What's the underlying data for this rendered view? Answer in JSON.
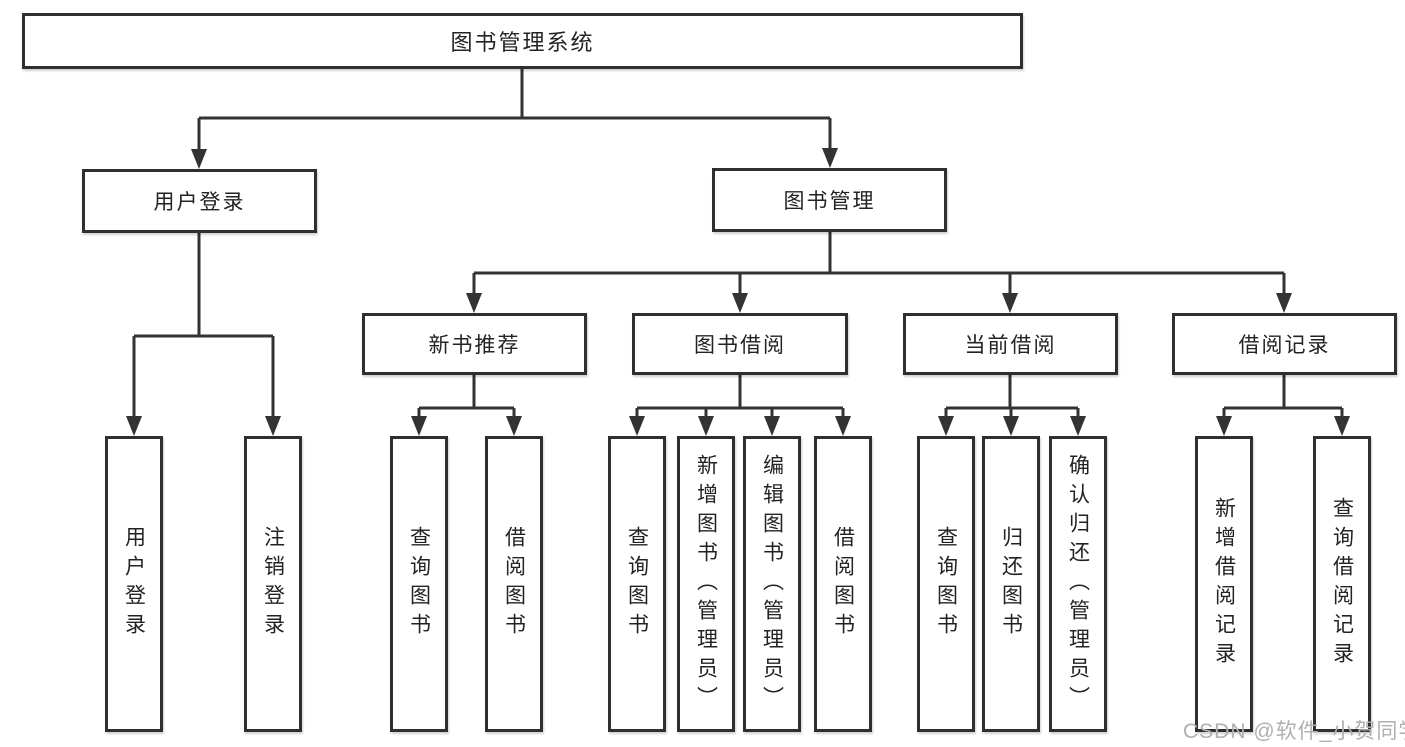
{
  "page": {
    "background": "#ffffff"
  },
  "colors": {
    "box_border": "#2f2f2f",
    "box_fill": "#ffffff",
    "line": "#333333",
    "text": "#232323",
    "watermark": "#b0b0b0"
  },
  "watermark": {
    "text": "CSDN @软件_小贺同学"
  },
  "tree": {
    "label": "图书管理系统",
    "children": [
      {
        "label": "用户登录",
        "children": [
          {
            "label": "用户登录"
          },
          {
            "label": "注销登录"
          }
        ]
      },
      {
        "label": "图书管理",
        "children": [
          {
            "label": "新书推荐",
            "children": [
              {
                "label": "查询图书"
              },
              {
                "label": "借阅图书"
              }
            ]
          },
          {
            "label": "图书借阅",
            "children": [
              {
                "label": "查询图书"
              },
              {
                "label": "新增图书（管理员）"
              },
              {
                "label": "编辑图书（管理员）"
              },
              {
                "label": "借阅图书"
              }
            ]
          },
          {
            "label": "当前借阅",
            "children": [
              {
                "label": "查询图书"
              },
              {
                "label": "归还图书"
              },
              {
                "label": "确认归还（管理员）"
              }
            ]
          },
          {
            "label": "借阅记录",
            "children": [
              {
                "label": "新增借阅记录"
              },
              {
                "label": "查询借阅记录"
              }
            ]
          }
        ]
      }
    ]
  }
}
